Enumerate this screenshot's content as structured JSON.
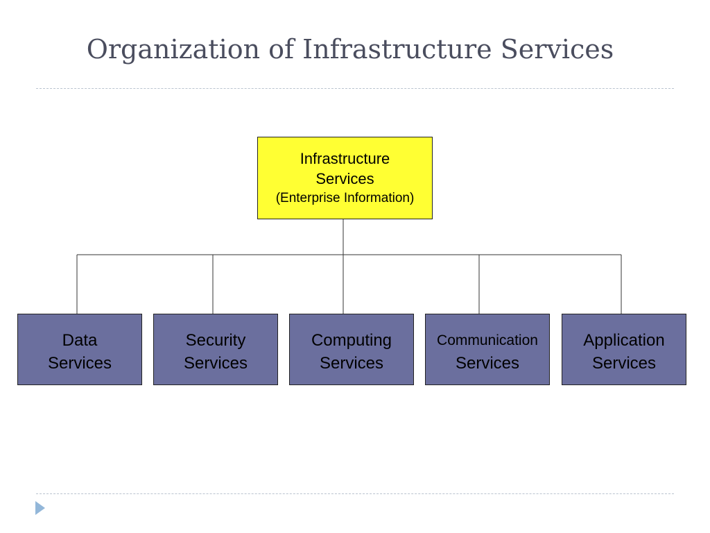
{
  "slide": {
    "title": "Organization of Infrastructure Services"
  },
  "diagram": {
    "root": {
      "line1": "Infrastructure",
      "line2": "Services",
      "line3": "(Enterprise Information)",
      "fill": "#ffff33"
    },
    "children": [
      {
        "line1": "Data",
        "line2": "Services"
      },
      {
        "line1": "Security",
        "line2": "Services"
      },
      {
        "line1": "Computing",
        "line2": "Services"
      },
      {
        "line1": "Communication",
        "line2": "Services"
      },
      {
        "line1": "Application",
        "line2": "Services"
      }
    ],
    "child_fill": "#6b6f9e",
    "nav_icon": "triangle-right-icon"
  }
}
